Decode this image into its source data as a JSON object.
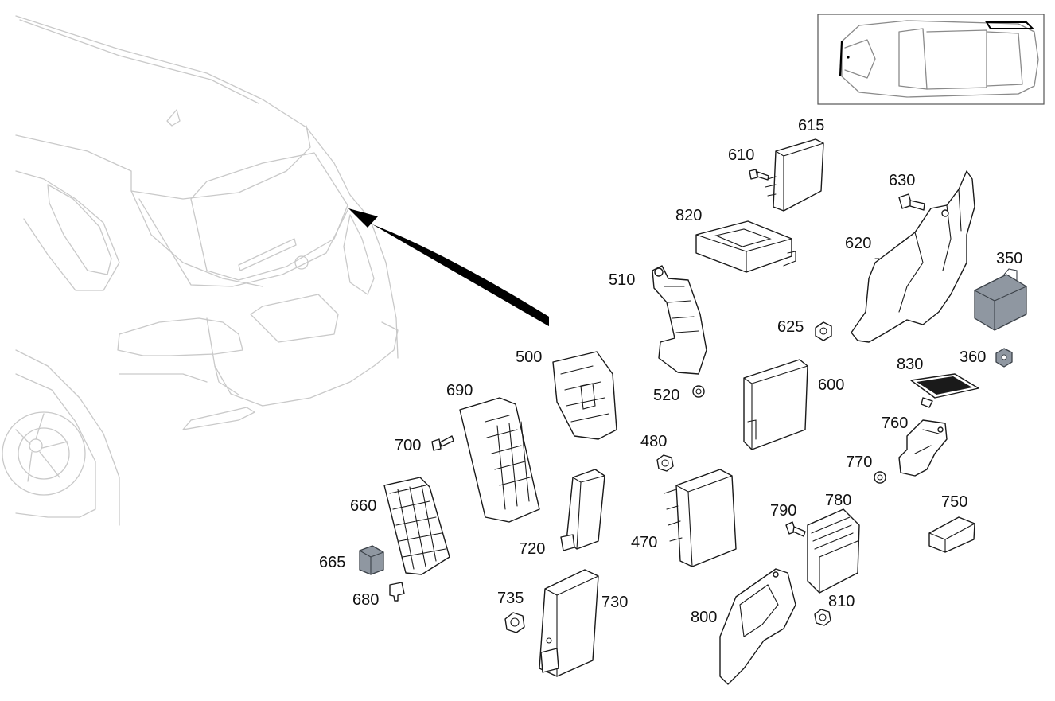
{
  "callouts": {
    "p350": "350",
    "p360": "360",
    "p470": "470",
    "p480": "480",
    "p500": "500",
    "p510": "510",
    "p520": "520",
    "p600": "600",
    "p610": "610",
    "p615": "615",
    "p620": "620",
    "p625": "625",
    "p630": "630",
    "p660": "660",
    "p665": "665",
    "p680": "680",
    "p690": "690",
    "p700": "700",
    "p720": "720",
    "p730": "730",
    "p735": "735",
    "p750": "750",
    "p760": "760",
    "p770": "770",
    "p780": "780",
    "p790": "790",
    "p800": "800",
    "p810": "810",
    "p820": "820",
    "p830": "830"
  },
  "icons": {
    "vehicle": "vehicle-rear-outline-icon",
    "arrow": "location-arrow-icon",
    "inset": "vehicle-top-view-icon"
  },
  "colors": {
    "outline": "#c9c9c9",
    "part_stroke": "#1a1a1a",
    "highlight_part": "#8f97a1"
  }
}
